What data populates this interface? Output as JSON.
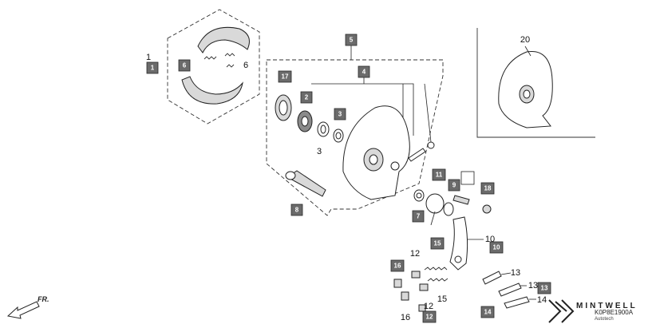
{
  "callouts": [
    {
      "id": "c1",
      "text": "1"
    },
    {
      "id": "c6",
      "text": "6"
    },
    {
      "id": "c5",
      "text": "5"
    },
    {
      "id": "c17",
      "text": "17"
    },
    {
      "id": "c4",
      "text": "4"
    },
    {
      "id": "c2",
      "text": "2"
    },
    {
      "id": "c3",
      "text": "3"
    },
    {
      "id": "c8",
      "text": "8"
    },
    {
      "id": "c11",
      "text": "11"
    },
    {
      "id": "c9",
      "text": "9"
    },
    {
      "id": "c18",
      "text": "18"
    },
    {
      "id": "c7",
      "text": "7"
    },
    {
      "id": "c15",
      "text": "15"
    },
    {
      "id": "c10",
      "text": "10"
    },
    {
      "id": "c16",
      "text": "16"
    },
    {
      "id": "c13",
      "text": "13"
    },
    {
      "id": "c14",
      "text": "14"
    },
    {
      "id": "c12",
      "text": "12"
    }
  ],
  "labels": [
    {
      "id": "l1",
      "text": "1"
    },
    {
      "id": "l6",
      "text": "6"
    },
    {
      "id": "l3",
      "text": "3"
    },
    {
      "id": "l20",
      "text": "20"
    },
    {
      "id": "l10",
      "text": "10"
    },
    {
      "id": "l12",
      "text": "12"
    },
    {
      "id": "l13a",
      "text": "13"
    },
    {
      "id": "l13b",
      "text": "13"
    },
    {
      "id": "l14",
      "text": "14"
    },
    {
      "id": "l15",
      "text": "15"
    },
    {
      "id": "l16",
      "text": "16"
    },
    {
      "id": "l12b",
      "text": "12"
    }
  ],
  "direction_label": "FR.",
  "diagram_code": "K0P8E1900A",
  "brand": {
    "name": "MINTWELL",
    "tagline": "Autotech"
  },
  "colors": {
    "callout_fill": "#6b6b6b",
    "line": "#222222",
    "background": "#ffffff"
  }
}
